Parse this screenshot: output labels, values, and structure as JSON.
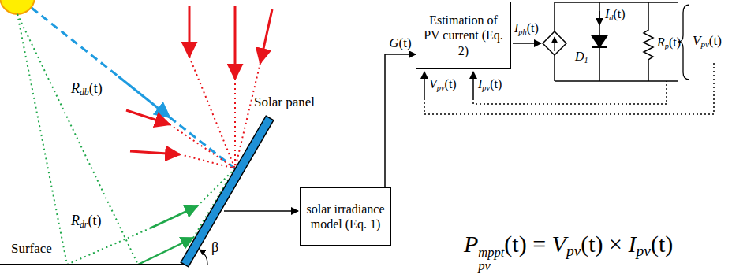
{
  "diagram": {
    "nodes": [
      {
        "text": [
          "solar irradiance model (Eq. 1)"
        ]
      },
      {
        "text": [
          "Estimation of PV current (Eq. 2)"
        ]
      }
    ],
    "edges": [
      {
        "from": 0,
        "to": 1,
        "arrow": "to",
        "label": "G(t)"
      }
    ],
    "labels": [
      "Rdb(t)",
      "Solar panel",
      "Rdr(t)",
      "Surface",
      "β",
      "Iph(t)",
      "Id(t)",
      "D1",
      "Rp(t)",
      "Vpv(t)",
      "Vpv(t)",
      "Ipv(t)",
      "Ppvmppt(t) = Vpv(t) × Ipv(t)"
    ]
  }
}
